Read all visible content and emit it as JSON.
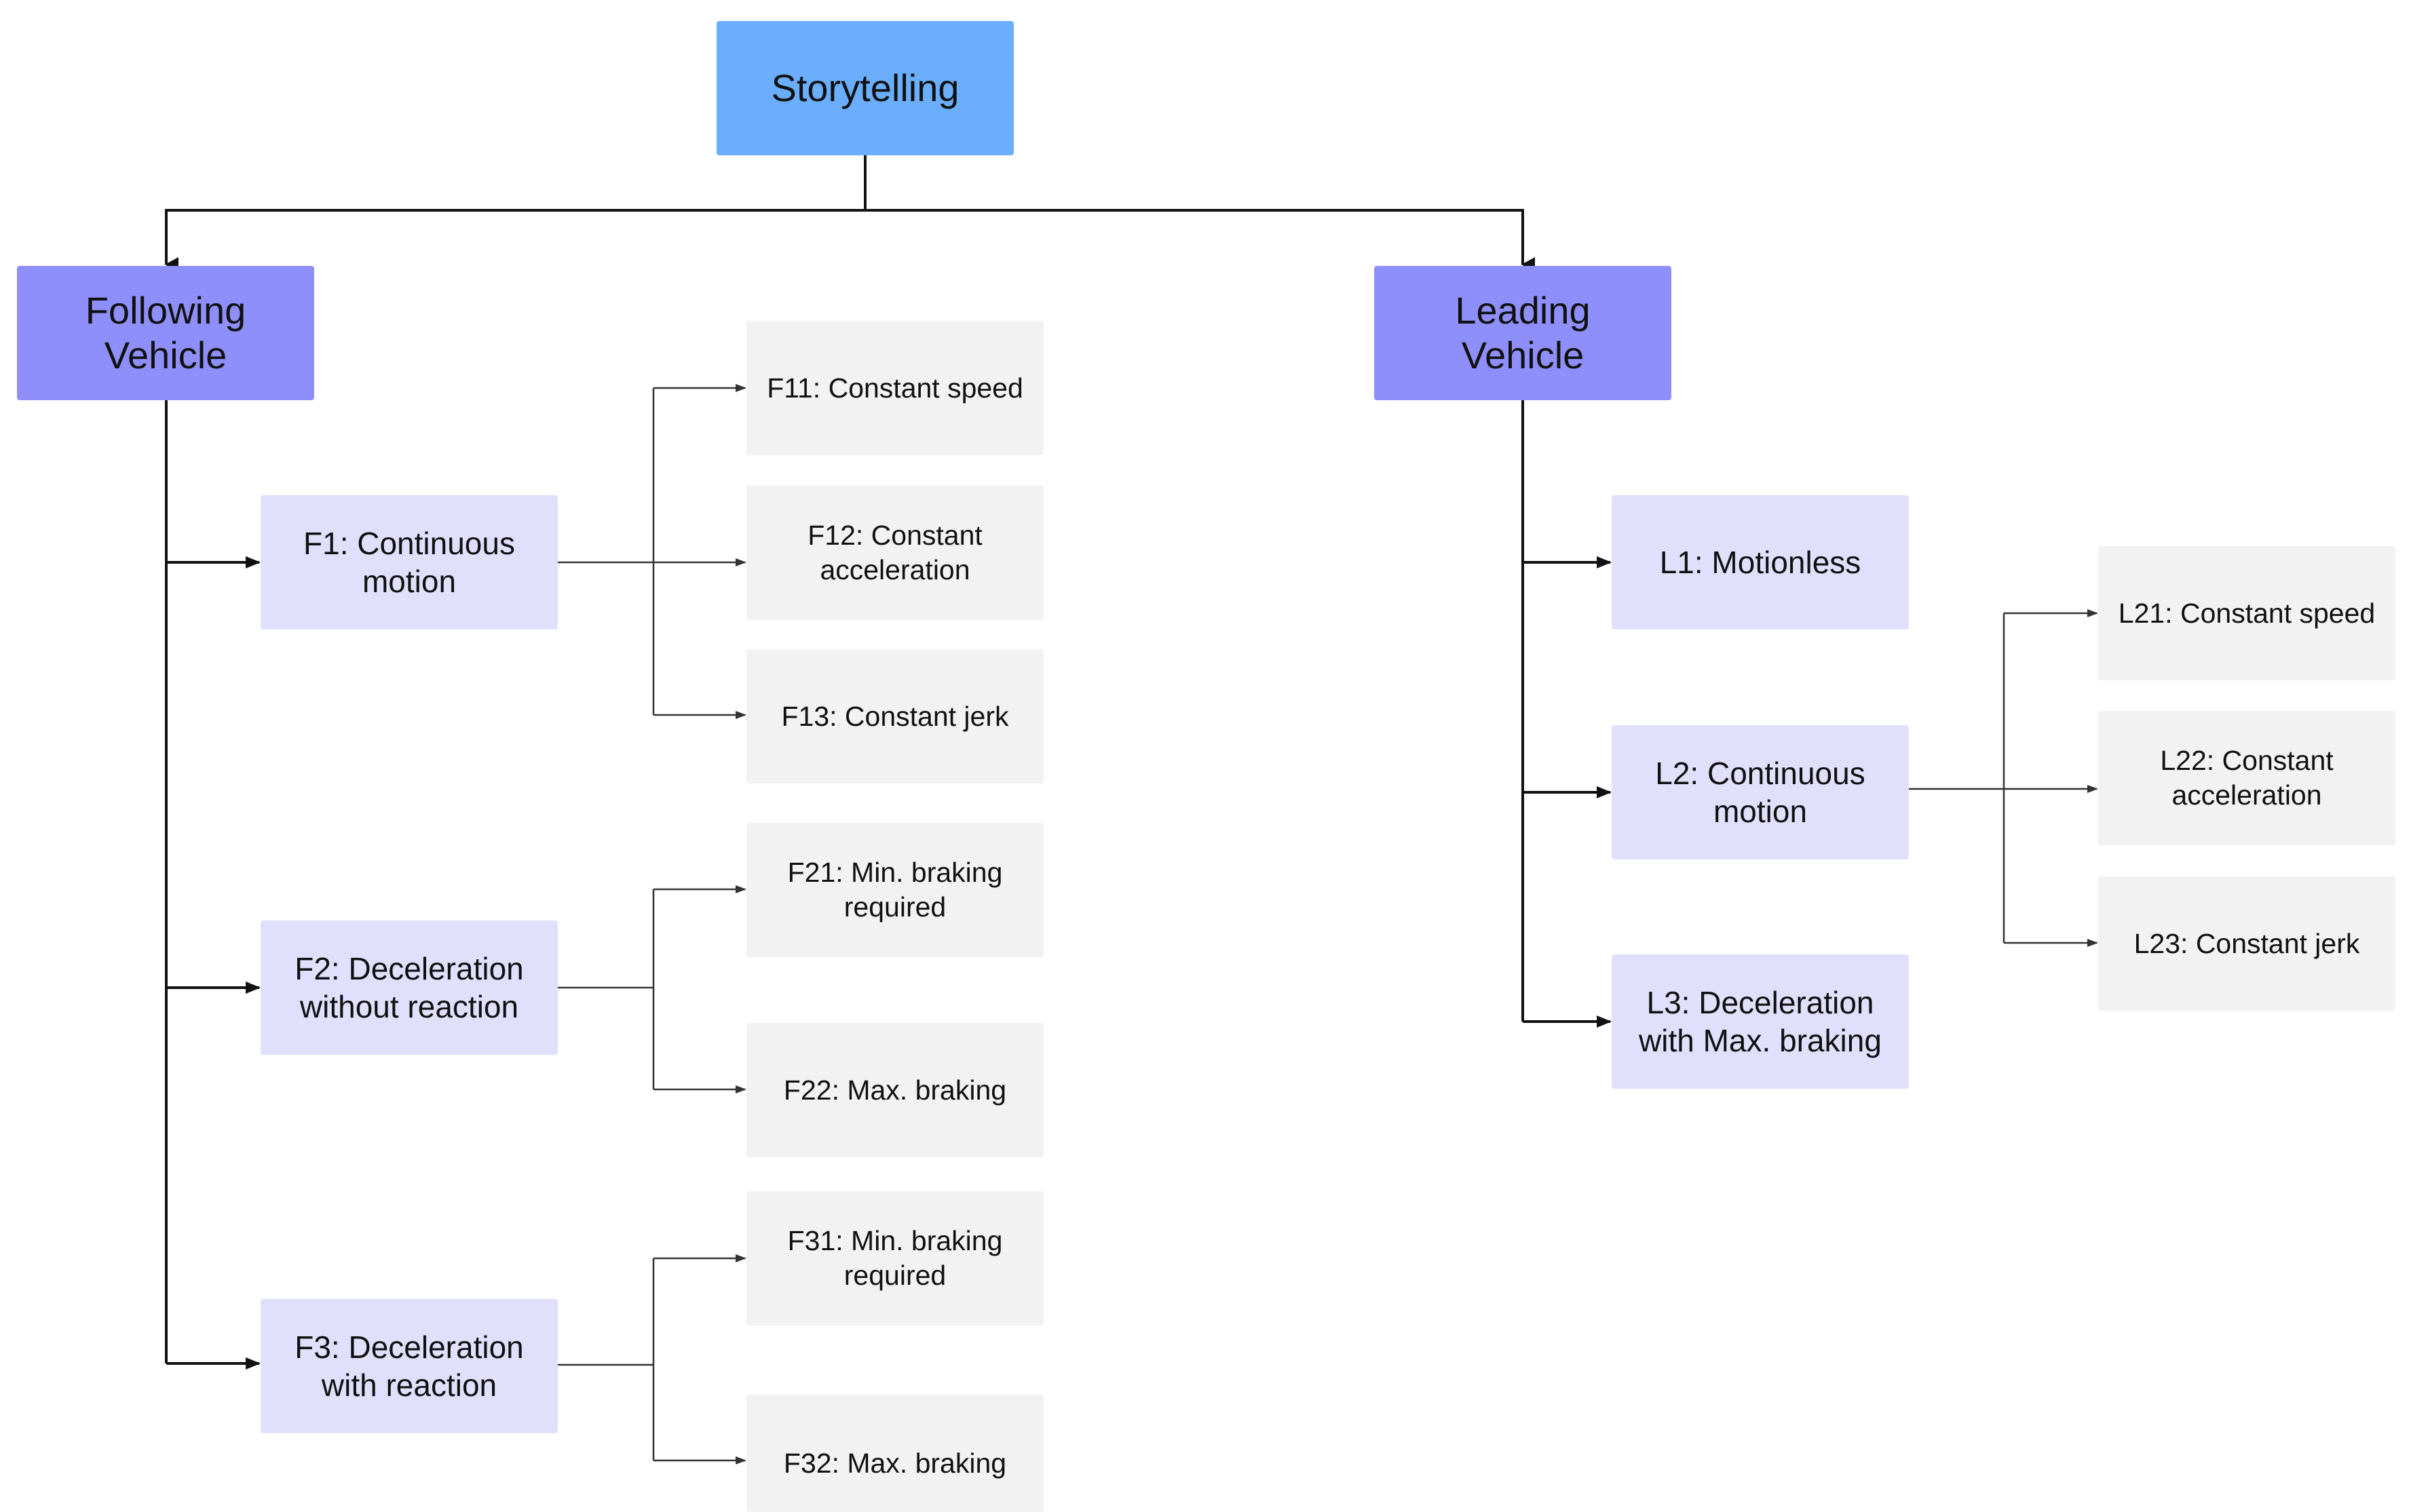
{
  "diagram": {
    "root": {
      "label": "Storytelling"
    },
    "following": {
      "label": "Following\nVehicle",
      "f1": {
        "label": "F1: Continuous\nmotion"
      },
      "f2": {
        "label": "F2: Deceleration\nwithout reaction"
      },
      "f3": {
        "label": "F3: Deceleration\nwith reaction"
      },
      "f11": {
        "label": "F11: Constant speed"
      },
      "f12": {
        "label": "F12: Constant\nacceleration"
      },
      "f13": {
        "label": "F13: Constant jerk"
      },
      "f21": {
        "label": "F21: Min. braking\nrequired"
      },
      "f22": {
        "label": "F22: Max. braking"
      },
      "f31": {
        "label": "F31: Min. braking\nrequired"
      },
      "f32": {
        "label": "F32: Max. braking"
      }
    },
    "leading": {
      "label": "Leading\nVehicle",
      "l1": {
        "label": "L1: Motionless"
      },
      "l2": {
        "label": "L2: Continuous\nmotion"
      },
      "l3": {
        "label": "L3: Deceleration\nwith Max. braking"
      },
      "l21": {
        "label": "L21: Constant speed"
      },
      "l22": {
        "label": "L22: Constant\nacceleration"
      },
      "l23": {
        "label": "L23: Constant jerk"
      }
    }
  }
}
